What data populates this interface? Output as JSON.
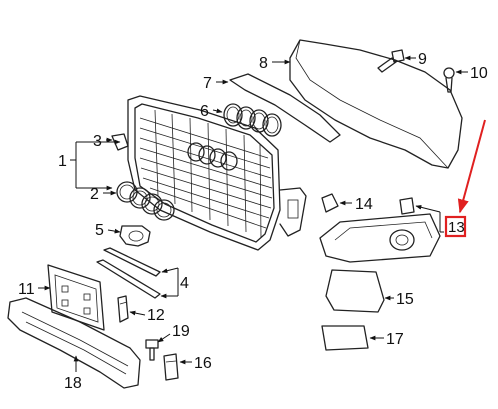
{
  "diagram": {
    "callouts": [
      "1",
      "2",
      "3",
      "4",
      "5",
      "6",
      "7",
      "8",
      "9",
      "10",
      "11",
      "12",
      "13",
      "14",
      "15",
      "16",
      "17",
      "18",
      "19"
    ],
    "highlighted_callout": "13",
    "annotation_arrow_color": "#e02020",
    "highlight_box_color": "#e02020",
    "line_color": "#222222",
    "background": "#ffffff"
  }
}
